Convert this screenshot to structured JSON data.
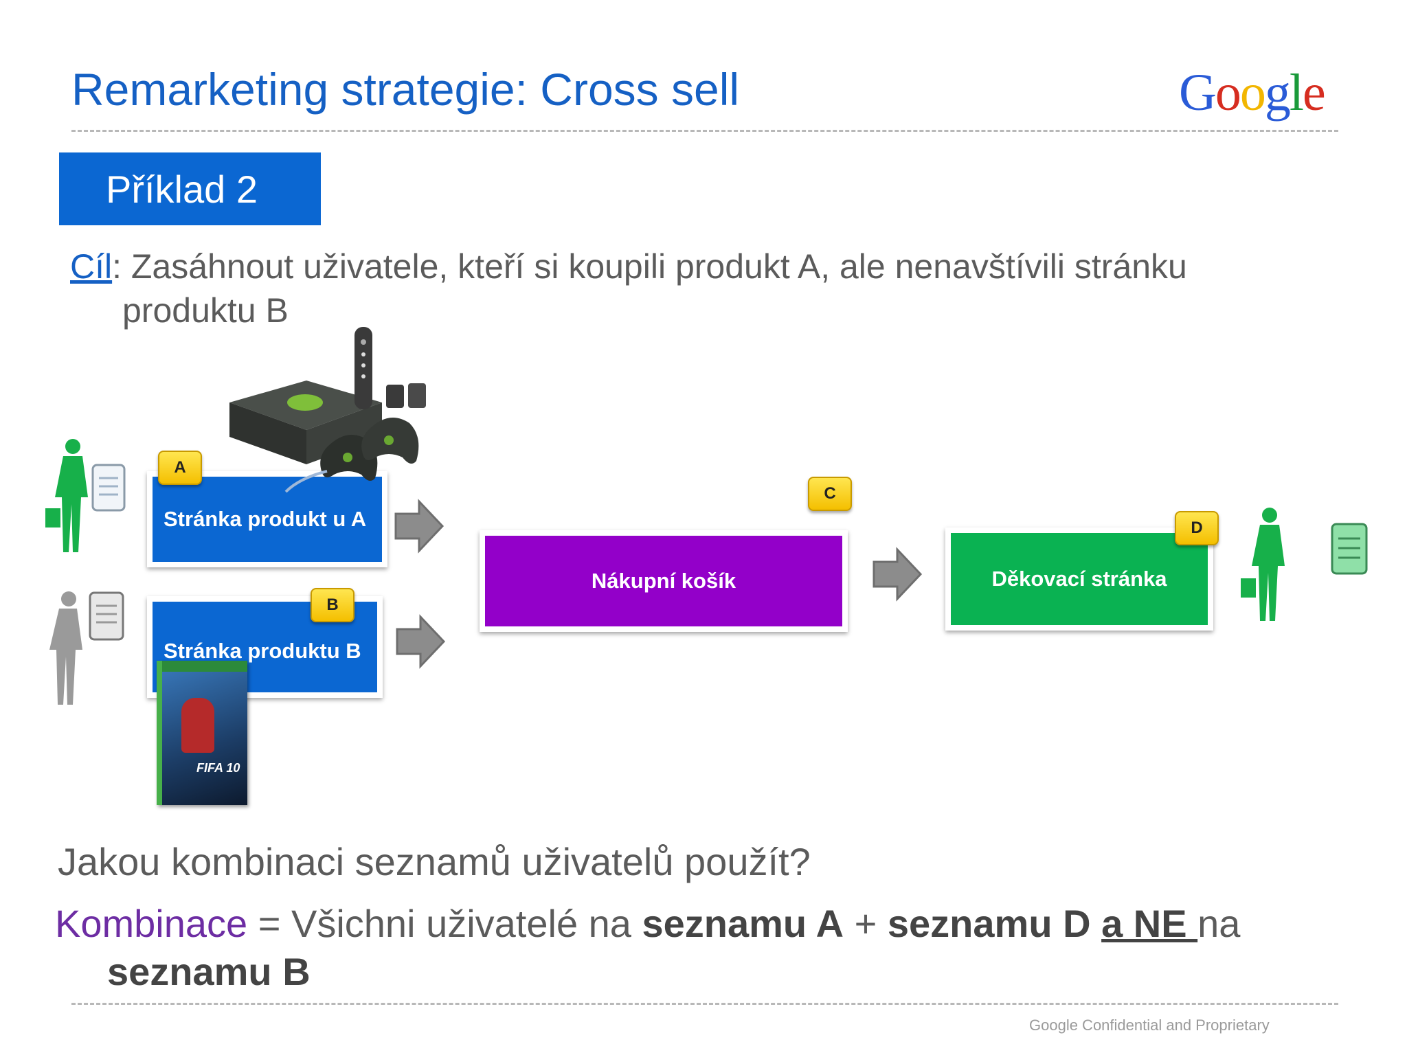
{
  "title": "Remarketing strategie: Cross sell",
  "logo": "Google",
  "example_label": "Příklad 2",
  "goal": {
    "label": "Cíl",
    "text_line1": ": Zasáhnout uživatele, kteří si koupili produkt A, ale nenavštívili stránku",
    "text_line2": "produktu B"
  },
  "flow": {
    "page_a": {
      "tag": "A",
      "label": "Stránka produkt u A"
    },
    "page_b": {
      "tag": "B",
      "label": "Stránka produktu B"
    },
    "cart": {
      "tag": "C",
      "label": "Nákupní košík"
    },
    "thanks": {
      "tag": "D",
      "label": "Děkovací stránka"
    }
  },
  "game_cover_text": "FIFA 10",
  "question": "Jakou kombinaci seznamů uživatelů použít?",
  "combination": {
    "label": "Kombinace",
    "eq": " =  Všichni uživatelé na ",
    "bold1": "seznamu A",
    "plus": " + ",
    "bold2": "seznamu D ",
    "underline": "a NE ",
    "na": "na",
    "bold3": "seznamu B"
  },
  "footer": "Google Confidential and Proprietary",
  "colors": {
    "title": "#1560c4",
    "blue_box": "#0b67d2",
    "purple_box": "#9300c9",
    "green_box": "#0ab252",
    "tag_yellow": "#f4bf00",
    "person_green": "#17b04a",
    "person_gray": "#9a9a9a",
    "combo_label": "#6d2da3"
  }
}
